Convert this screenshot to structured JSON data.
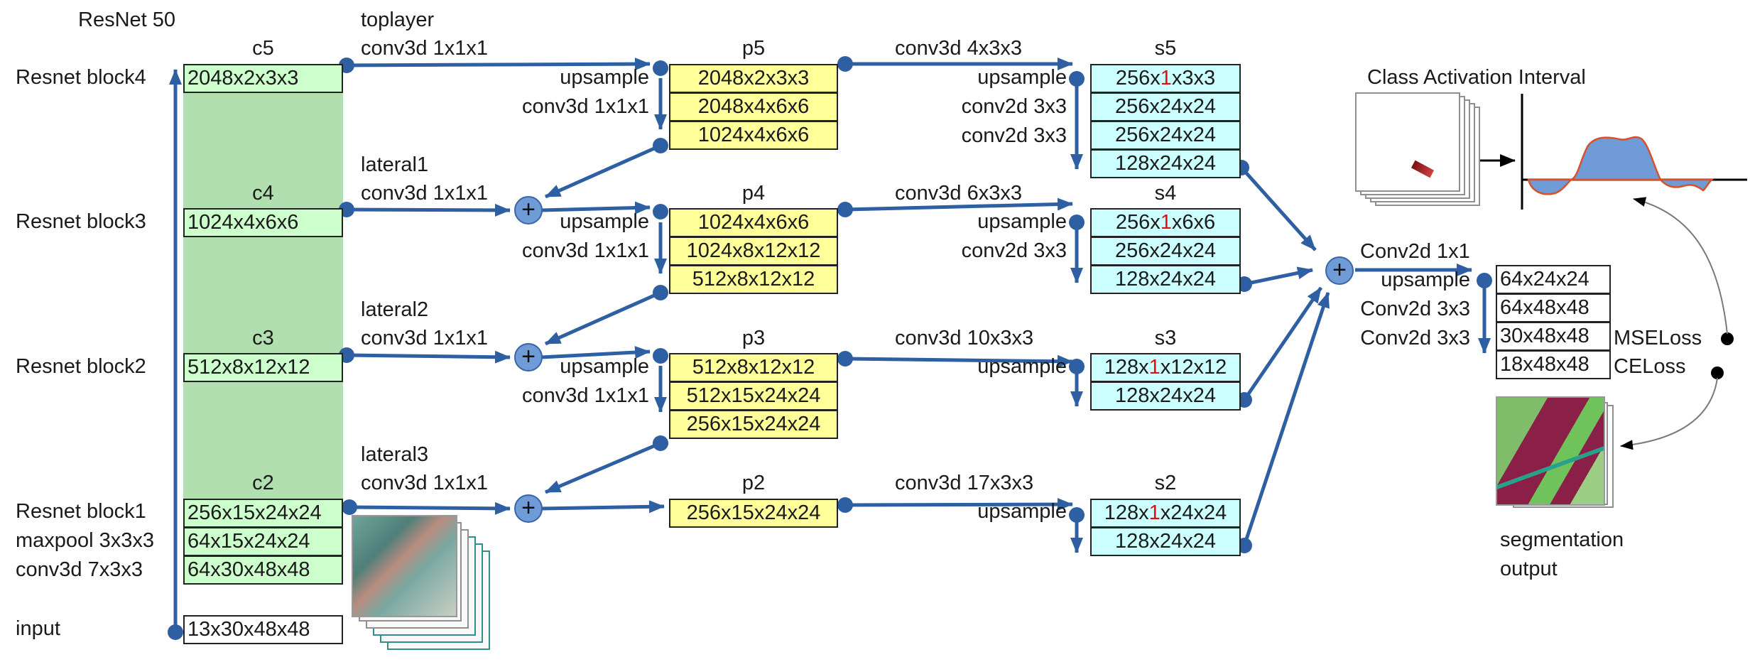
{
  "backbone": {
    "title": "ResNet 50",
    "row_labels": [
      "Resnet block4",
      "Resnet block3",
      "Resnet block2",
      "Resnet block1",
      "maxpool 3x3x3",
      "conv3d 7x3x3",
      "input"
    ],
    "c_labels": [
      "c5",
      "c4",
      "c3",
      "c2"
    ],
    "c_boxes": [
      "2048x2x3x3",
      "1024x4x6x6",
      "512x8x12x12",
      "256x15x24x24",
      "64x15x24x24",
      "64x30x48x48"
    ],
    "input_box": "13x30x48x48"
  },
  "lateral": {
    "names": [
      "toplayer",
      "lateral1",
      "lateral2",
      "lateral3"
    ],
    "op": "conv3d 1x1x1"
  },
  "fpn": {
    "p_labels": [
      "p5",
      "p4",
      "p3",
      "p2"
    ],
    "up_label": "upsample",
    "conv_label": "conv3d 1x1x1",
    "p5": [
      "2048x2x3x3",
      "2048x4x6x6",
      "1024x4x6x6"
    ],
    "p4": [
      "1024x4x6x6",
      "1024x8x12x12",
      "512x8x12x12"
    ],
    "p3": [
      "512x8x12x12",
      "512x15x24x24",
      "256x15x24x24"
    ],
    "p2": [
      "256x15x24x24"
    ]
  },
  "temporal_convs": [
    "conv3d 4x3x3",
    "conv3d 6x3x3",
    "conv3d 10x3x3",
    "conv3d 17x3x3"
  ],
  "seg": {
    "s_labels": [
      "s5",
      "s4",
      "s3",
      "s2"
    ],
    "conv2d_label": "conv2d 3x3",
    "s5": {
      "first_pre": "256x",
      "first_red": "1",
      "first_post": "x3x3",
      "rest": [
        "256x24x24",
        "256x24x24",
        "128x24x24"
      ]
    },
    "s4": {
      "first_pre": "256x",
      "first_red": "1",
      "first_post": "x6x6",
      "rest": [
        "256x24x24",
        "128x24x24"
      ]
    },
    "s3": {
      "first_pre": "128x",
      "first_red": "1",
      "first_post": "x12x12",
      "rest": [
        "128x24x24"
      ]
    },
    "s2": {
      "first_pre": "128x",
      "first_red": "1",
      "first_post": "x24x24",
      "rest": [
        "128x24x24"
      ]
    }
  },
  "head": {
    "conv1": "Conv2d 1x1",
    "upsample": "upsample",
    "conv3_a": "Conv2d 3x3",
    "conv3_b": "Conv2d 3x3",
    "boxes": [
      "64x24x24",
      "64x48x48",
      "30x48x48",
      "18x48x48"
    ],
    "losses": [
      "MSELoss",
      "CELoss"
    ],
    "cai_title": "Class Activation Interval",
    "seg_output": [
      "segmentation",
      "output"
    ]
  },
  "plus_symbol": "+",
  "colors": {
    "arrow": "#2e5fa3",
    "node": "#2e5fa3",
    "green_column": "#b2dfb0",
    "green_box": "#ccffcc",
    "yellow_box": "#ffff99",
    "cyan_box": "#ccffff",
    "highlight_red": "#e01010"
  }
}
